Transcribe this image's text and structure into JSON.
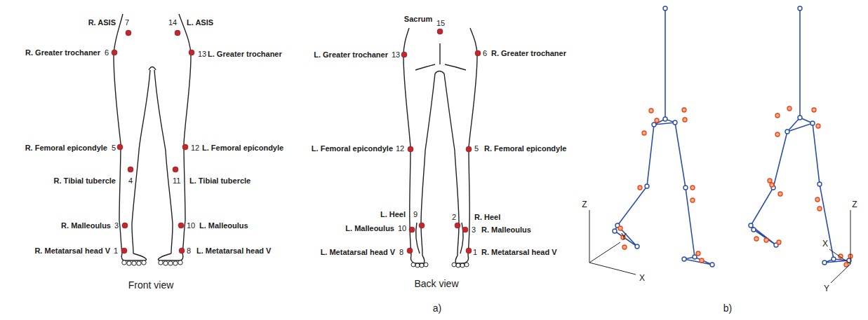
{
  "diagram": {
    "labels": [
      "R. ASIS",
      "7",
      "14",
      "L. ASIS",
      "R. Greater trochaner",
      "6",
      "13",
      "L. Greater trochaner",
      "R. Femoral epicondyle",
      "5",
      "12",
      "L. Femoral epicondyle",
      "4",
      "R. Tibial tubercle",
      "11",
      "L. Tibial tubercle",
      "R. Malleoulus",
      "3",
      "10",
      "L. Malleoulus",
      "R. Metatarsal head V",
      "1",
      "8",
      "L. Metatarsal head V",
      "Front view",
      "Sacrum",
      "15",
      "L. Greater trochaner",
      "13",
      "6",
      "R. Greater trochaner",
      "L. Femoral epicondyle",
      "12",
      "5",
      "R. Femoral epicondyle",
      "L. Heel",
      "9",
      "2",
      "R. Heel",
      "L. Malleoulus",
      "10",
      "3",
      "R. Malleoulus",
      "L. Metatarsal head V",
      "8",
      "1",
      "R. Metatarsal head V",
      "Back view",
      "a)",
      "b)",
      "Z",
      "Y",
      "X",
      "Z",
      "X",
      "Y"
    ]
  }
}
